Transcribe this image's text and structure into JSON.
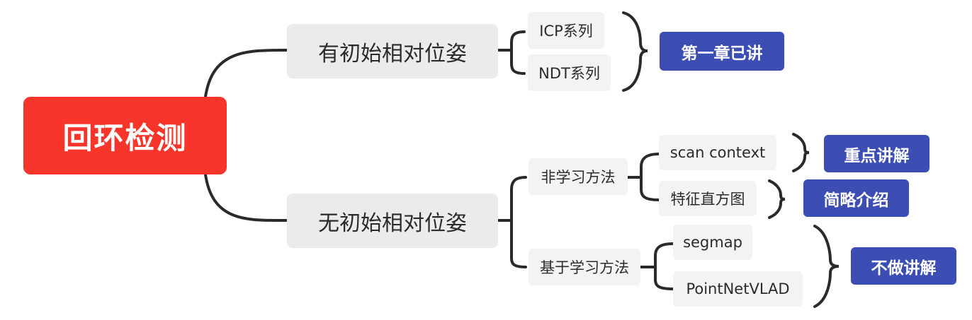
{
  "root": {
    "label": "回环检测"
  },
  "branches": [
    {
      "label": "有初始相对位姿",
      "children": [
        "ICP系列",
        "NDT系列"
      ],
      "note": "第一章已讲"
    },
    {
      "label": "无初始相对位姿",
      "groups": [
        {
          "label": "非学习方法",
          "items": [
            {
              "label": "scan context",
              "note": "重点讲解"
            },
            {
              "label": "特征直方图",
              "note": "简略介绍"
            }
          ]
        },
        {
          "label": "基于学习方法",
          "items": [
            {
              "label": "segmap"
            },
            {
              "label": "PointNetVLAD"
            }
          ],
          "note": "不做讲解"
        }
      ]
    }
  ],
  "colors": {
    "root": "#f7352a",
    "tag": "#3c4eb4",
    "connector": "#2a2a2a",
    "node": "#ebebed"
  }
}
